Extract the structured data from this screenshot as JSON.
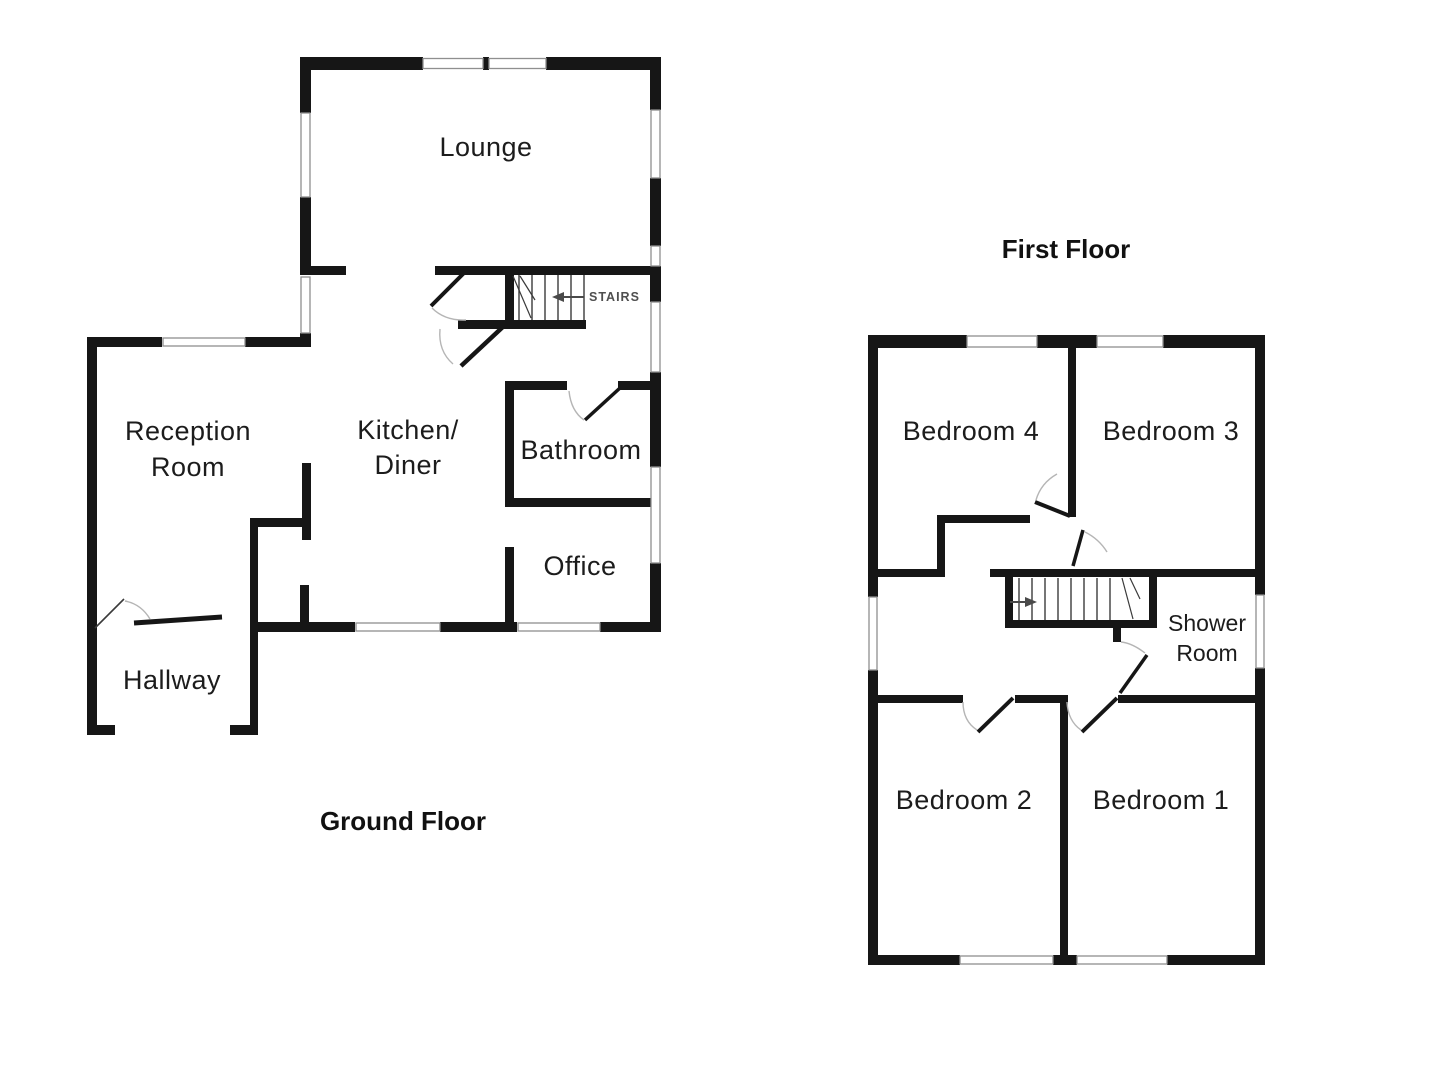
{
  "floors": {
    "ground": {
      "title": "Ground Floor",
      "rooms": {
        "lounge": "Lounge",
        "reception_line1": "Reception",
        "reception_line2": "Room",
        "kitchen_line1": "Kitchen/",
        "kitchen_line2": "Diner",
        "bathroom": "Bathroom",
        "office": "Office",
        "hallway": "Hallway"
      },
      "stairs_label": "STAIRS"
    },
    "first": {
      "title": "First Floor",
      "rooms": {
        "bedroom4": "Bedroom 4",
        "bedroom3": "Bedroom 3",
        "bedroom2": "Bedroom 2",
        "bedroom1": "Bedroom 1",
        "shower_line1": "Shower",
        "shower_line2": "Room"
      }
    }
  },
  "colors": {
    "wall": "#161616",
    "background": "#ffffff",
    "window_border": "#8f8f8f",
    "door_arc": "#b5b5b5",
    "text": "#1c1c1c"
  }
}
